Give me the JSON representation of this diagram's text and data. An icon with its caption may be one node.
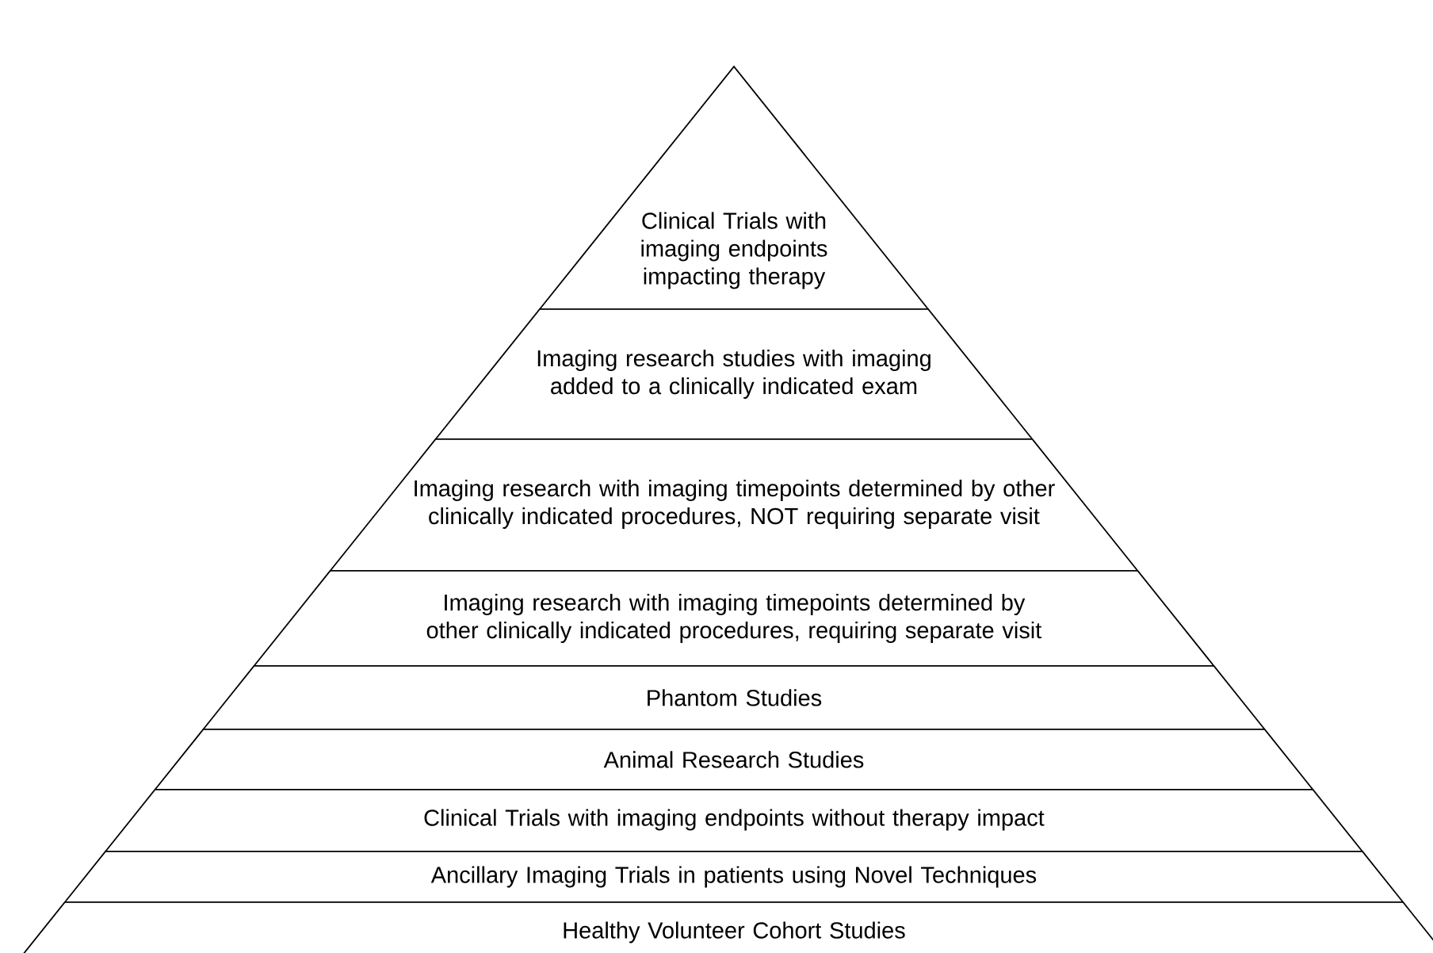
{
  "diagram": {
    "nodes": [
      {
        "text": [
          "Clinical Trials with imaging endpoints impacting therapy"
        ]
      },
      {
        "text": [
          "Imaging research studies with imaging added to a clinically indicated exam"
        ]
      },
      {
        "text": [
          "Imaging research with imaging timepoints determined by other clinically indicated procedures, NOT requiring separate visit"
        ]
      },
      {
        "text": [
          "Imaging research with imaging timepoints determined by other clinically indicated procedures, requiring separate visit"
        ]
      },
      {
        "text": [
          "Phantom Studies"
        ]
      },
      {
        "text": [
          "Animal Research Studies"
        ]
      },
      {
        "text": [
          "Clinical Trials with imaging endpoints without therapy impact"
        ]
      },
      {
        "text": [
          "Ancillary Imaging Trials in patients using Novel Techniques"
        ]
      },
      {
        "text": [
          "Healthy Volunteer Cohort Studies"
        ]
      }
    ]
  }
}
